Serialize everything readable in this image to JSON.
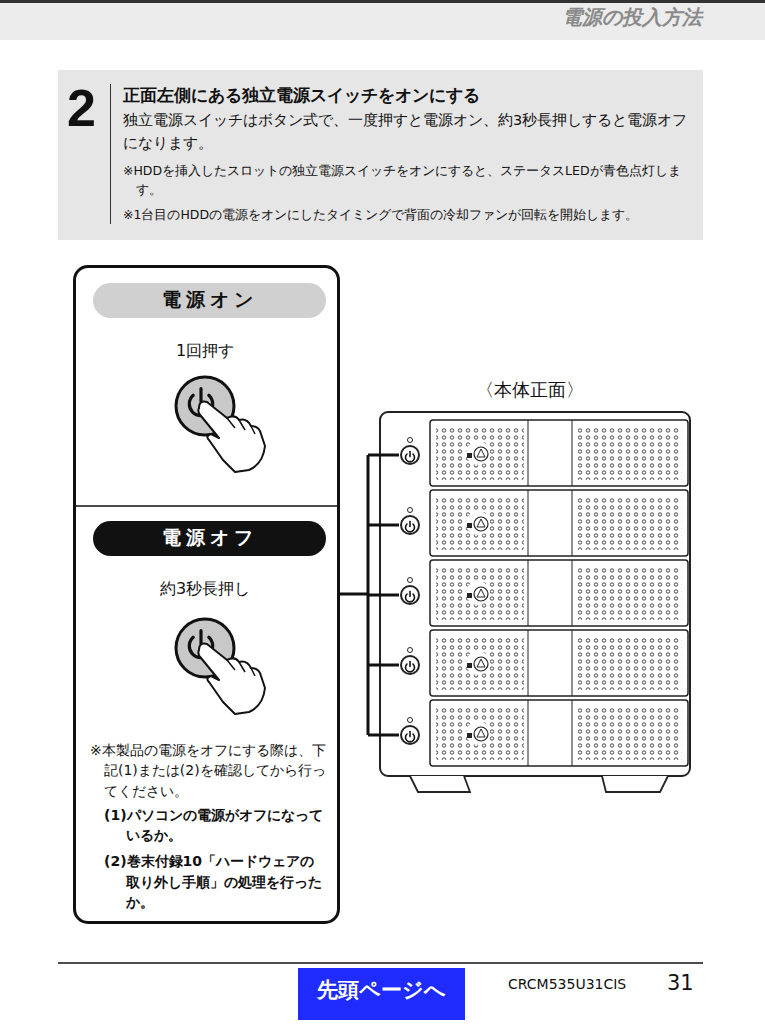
{
  "diagram": {
    "nodes": [
      {
        "text": [
          "2",
          "正面左側にある独立電源スイッチをオンにする",
          "独立電源スイッチはボタン式で、一度押すと電源オン、約3秒長押しすると電源オフになります。",
          "※HDDを挿入したスロットの独立電源スイッチをオンにすると、ステータスLEDが青色点灯します。",
          "※1台目のHDDの電源をオンにしたタイミングで背面の冷却ファンが回転を開始します。"
        ]
      },
      {
        "text": [
          "※本製品の電源をオフにする際は、下記(1)または(2)を確認してから行ってください。",
          "(1)パソコンの電源がオフになっているか。",
          "(2)巻末付録10「ハードウェアの取り外し手順」の処理を行ったか。"
        ]
      },
      {
        "text": [
          "電源オン"
        ],
        "in": 1
      },
      {
        "text": [
          "電源オフ"
        ],
        "in": 1
      },
      {
        "text": [
          "先頭ページへ"
        ]
      }
    ],
    "labels": [
      "電源の投入方法",
      "1回押す",
      "約3秒長押し",
      "〈本体正面〉",
      "CRCM535U31CIS",
      "31"
    ]
  }
}
